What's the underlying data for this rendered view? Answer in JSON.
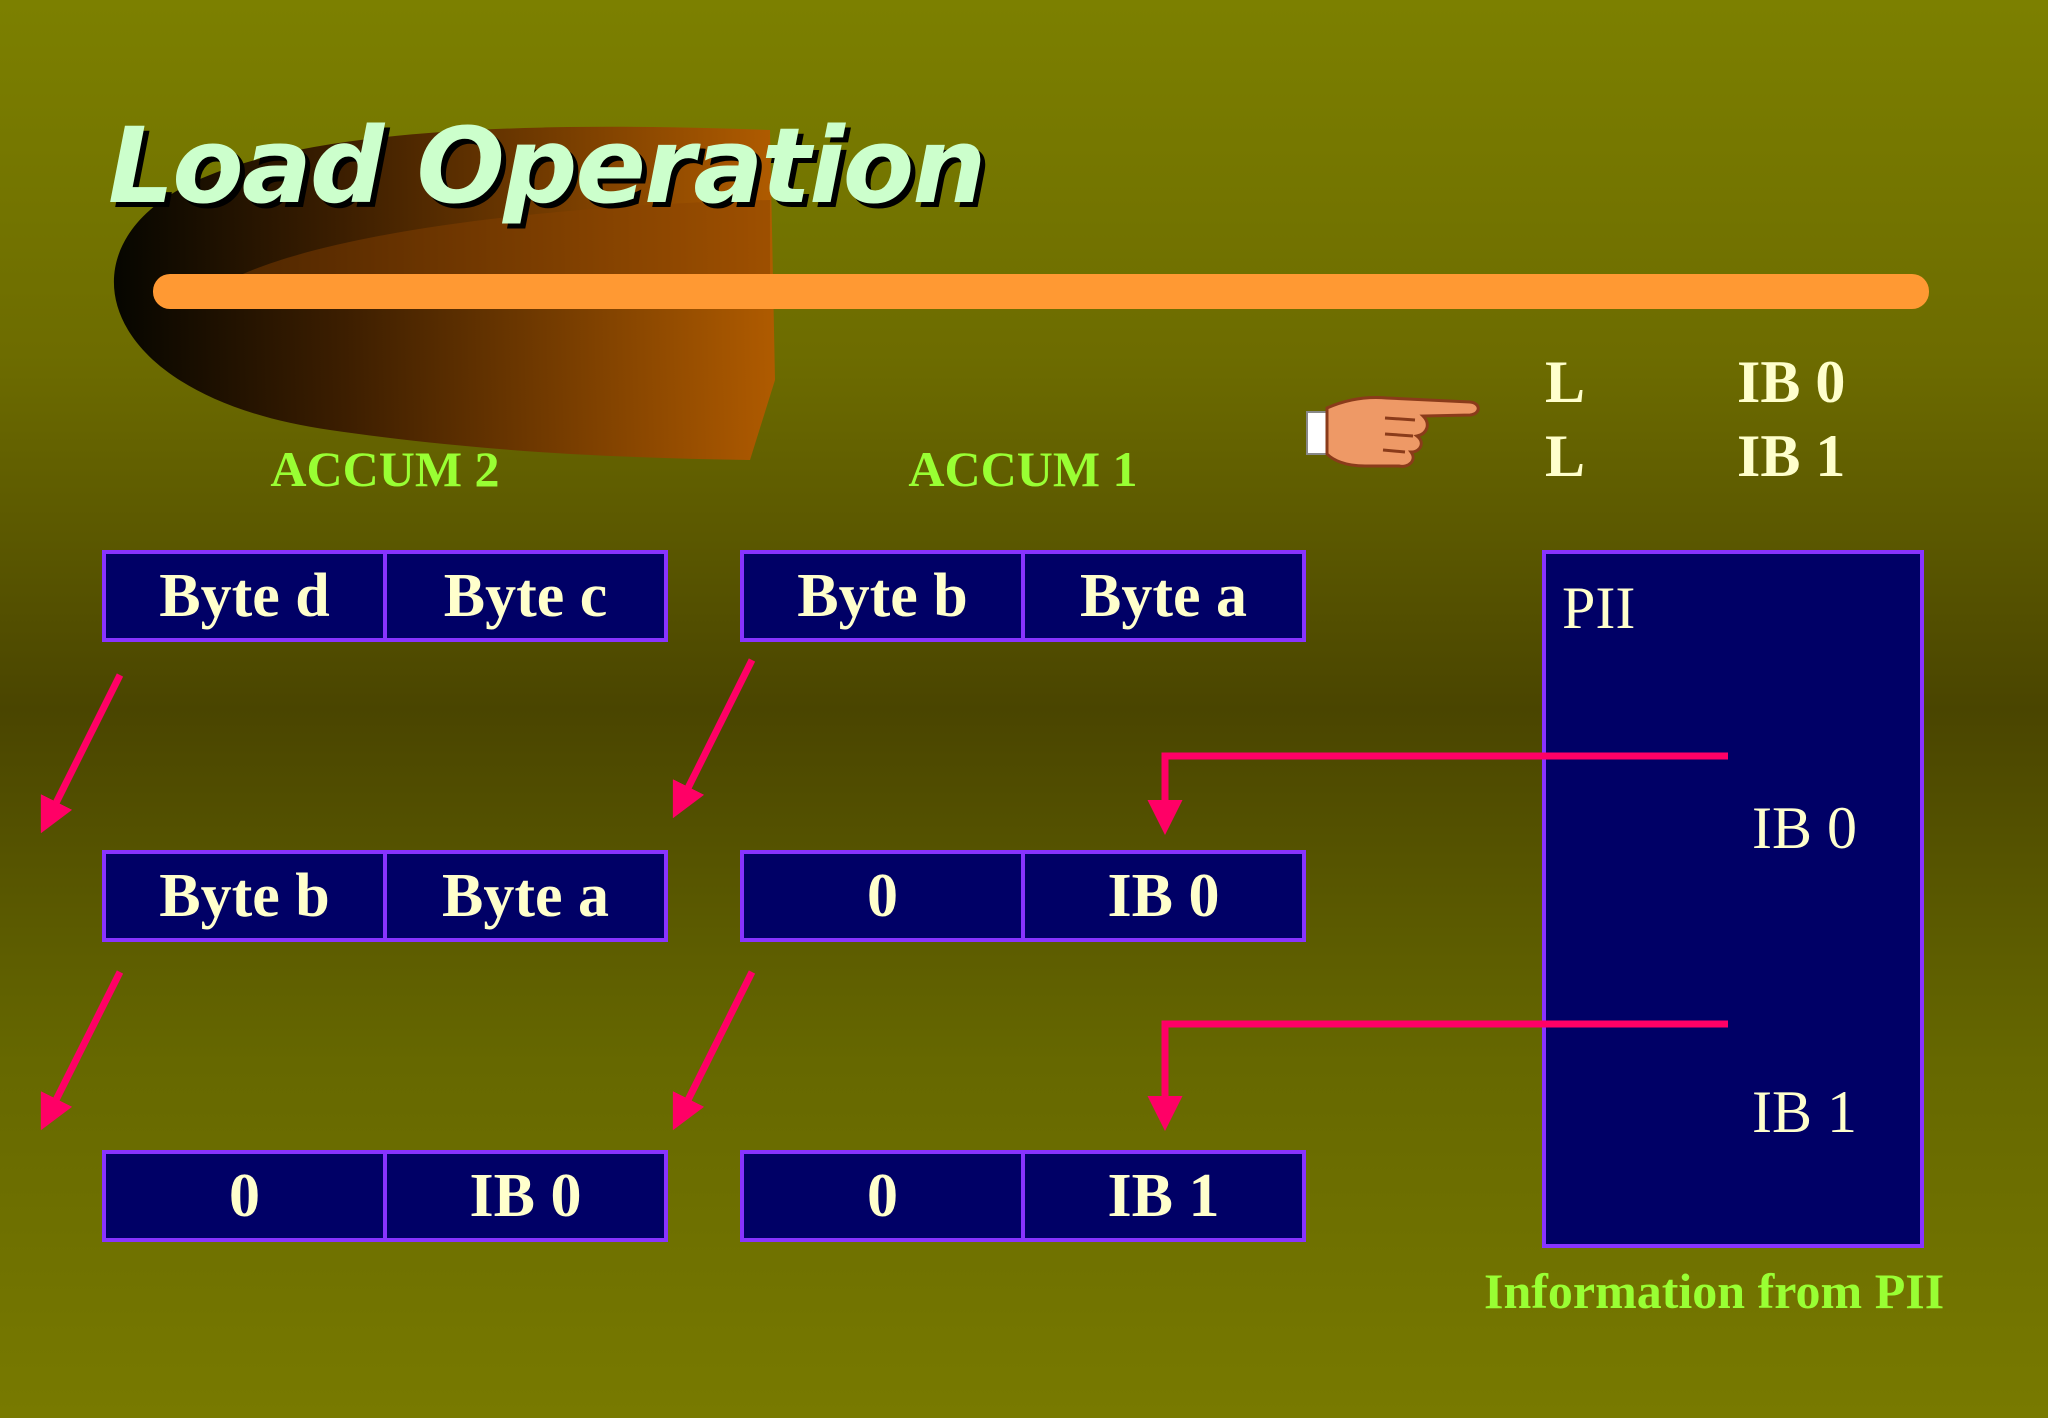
{
  "title": "Load Operation",
  "instructions": [
    {
      "op": "L",
      "operand": "IB 0"
    },
    {
      "op": "L",
      "operand": "IB 1"
    }
  ],
  "accumulators": [
    {
      "label": "ACCUM 2",
      "rows": [
        [
          "Byte d",
          "Byte c"
        ],
        [
          "Byte b",
          "Byte a"
        ],
        [
          "0",
          "IB 0"
        ]
      ]
    },
    {
      "label": "ACCUM 1",
      "rows": [
        [
          "Byte b",
          "Byte a"
        ],
        [
          "0",
          "IB 0"
        ],
        [
          "0",
          "IB 1"
        ]
      ]
    }
  ],
  "pii": {
    "title": "PII",
    "entries": [
      "IB 0",
      "IB 1"
    ]
  },
  "caption": "Information from PII",
  "icons": {
    "pointer": "pointing-hand-icon"
  },
  "colors": {
    "background": "#6d6c00",
    "title": "#ccffcc",
    "accent_bar": "#ff9933",
    "box_fill": "#000066",
    "box_border": "#8833ff",
    "arrow": "#ff0066",
    "label_green": "#99ff33",
    "text_cream": "#ffffcc"
  }
}
